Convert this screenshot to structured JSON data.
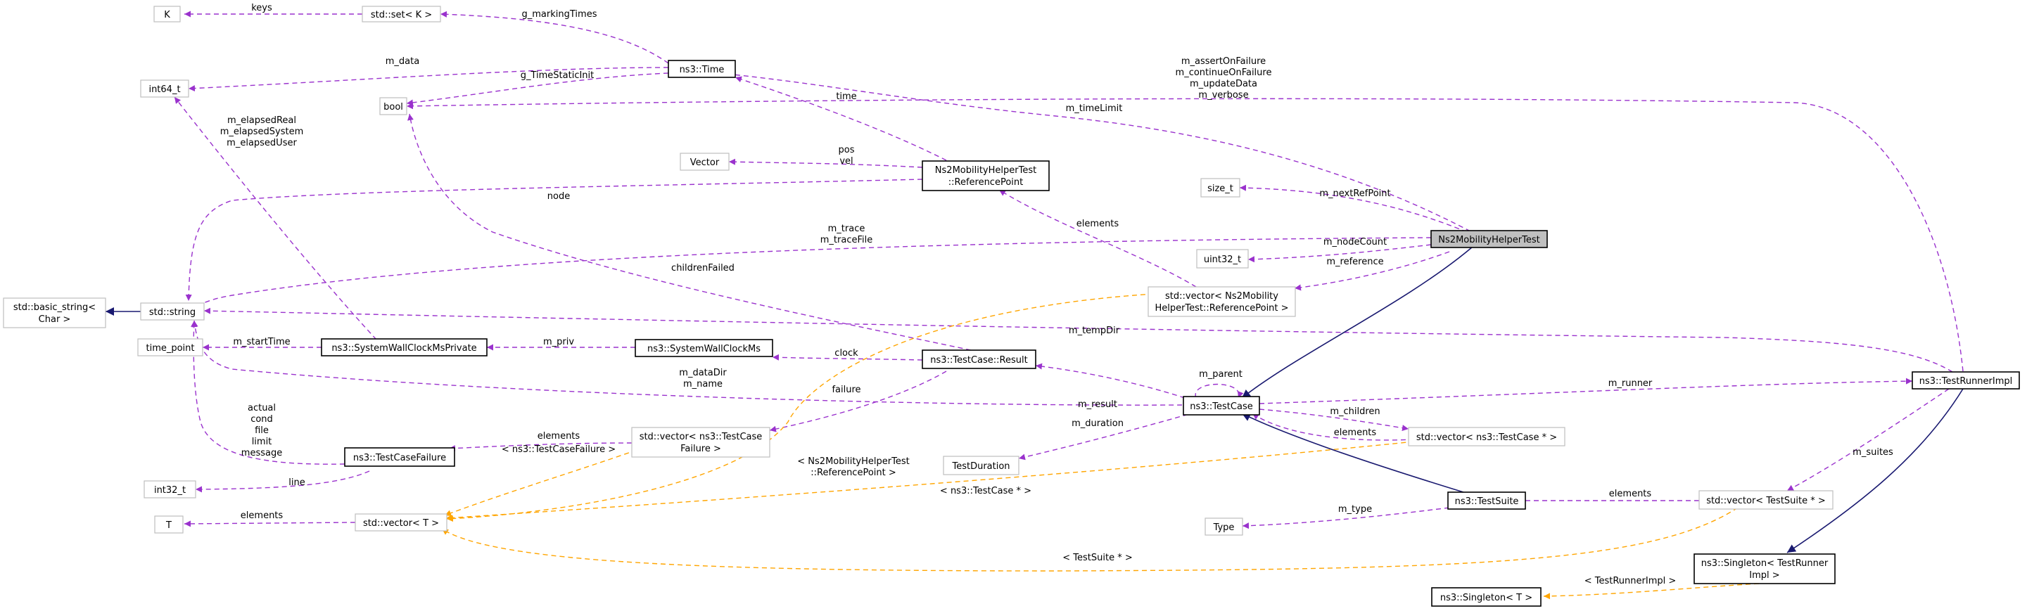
{
  "nodes": {
    "k": "K",
    "set_k": "std::set< K >",
    "int64": "int64_t",
    "bool": "bool",
    "ns3_time": "ns3::Time",
    "vector_cls": "Vector",
    "refpoint": [
      "Ns2MobilityHelperTest",
      "::ReferencePoint"
    ],
    "size_t": "size_t",
    "main": "Ns2MobilityHelperTest",
    "uint32": "uint32_t",
    "vec_refpoint": [
      "std::vector< Ns2Mobility",
      "HelperTest::ReferencePoint >"
    ],
    "basic_string": [
      "std::basic_string<",
      "Char >"
    ],
    "string": "std::string",
    "time_point": "time_point",
    "wallclock_private": "ns3::SystemWallClockMsPrivate",
    "wallclock": "ns3::SystemWallClockMs",
    "result": "ns3::TestCase::Result",
    "testcase": "ns3::TestCase",
    "runner_impl": "ns3::TestRunnerImpl",
    "vec_failure": [
      "std::vector< ns3::TestCase",
      "Failure >"
    ],
    "vec_testcase_ptr": "std::vector< ns3::TestCase * >",
    "test_duration": "TestDuration",
    "testcase_failure": "ns3::TestCaseFailure",
    "int32": "int32_t",
    "t": "T",
    "std_vector_t": "std::vector< T >",
    "type": "Type",
    "testsuite": "ns3::TestSuite",
    "vec_suite_ptr": "std::vector< TestSuite * >",
    "singleton_runner": [
      "ns3::Singleton< TestRunner",
      "Impl >"
    ],
    "singleton_t": "ns3::Singleton< T >"
  },
  "edge_labels": {
    "keys": "keys",
    "g_markingTimes": "g_markingTimes",
    "m_data": "m_data",
    "g_TimeStaticInit": "g_TimeStaticInit",
    "member_flags": [
      "m_assertOnFailure",
      "m_continueOnFailure",
      "m_updateData",
      "m_verbose"
    ],
    "elapsed": [
      "m_elapsedReal",
      "m_elapsedSystem",
      "m_elapsedUser"
    ],
    "time": "time",
    "pos_vel": [
      "pos",
      "vel"
    ],
    "m_timeLimit": "m_timeLimit",
    "node": "node",
    "m_nextRefPoint": "m_nextRefPoint",
    "elements_ref": "elements",
    "trace": [
      "m_trace",
      "m_traceFile"
    ],
    "m_nodeCount": "m_nodeCount",
    "childrenFailed": "childrenFailed",
    "m_reference": "m_reference",
    "m_tempDir": "m_tempDir",
    "m_startTime": "m_startTime",
    "m_priv": "m_priv",
    "clock": "clock",
    "datadir_name": [
      "m_dataDir",
      "m_name"
    ],
    "m_parent": "m_parent",
    "m_runner": "m_runner",
    "m_result": "m_result",
    "failure": "failure",
    "tmpl_refpoint": [
      "< Ns2MobilityHelperTest",
      "::ReferencePoint >"
    ],
    "m_suites": "m_suites",
    "failure_fields": [
      "actual",
      "cond",
      "file",
      "limit",
      "message"
    ],
    "elements_failure": "elements",
    "tmpl_failure": "< ns3::TestCaseFailure >",
    "m_duration": "m_duration",
    "m_children": "m_children",
    "elements_children": "elements",
    "line": "line",
    "tmpl_testcase": "< ns3::TestCase * >",
    "elements_suites": "elements",
    "elements_t": "elements",
    "m_type": "m_type",
    "tmpl_suite": "< TestSuite * >",
    "tmpl_runner": "< TestRunnerImpl >"
  },
  "colors": {
    "member_edge": "#9a32cd",
    "template_edge": "#ffa500",
    "inheritance_edge": "#191970",
    "focus_fill": "#bfbfbf",
    "box_border": "#bfbfbf"
  }
}
